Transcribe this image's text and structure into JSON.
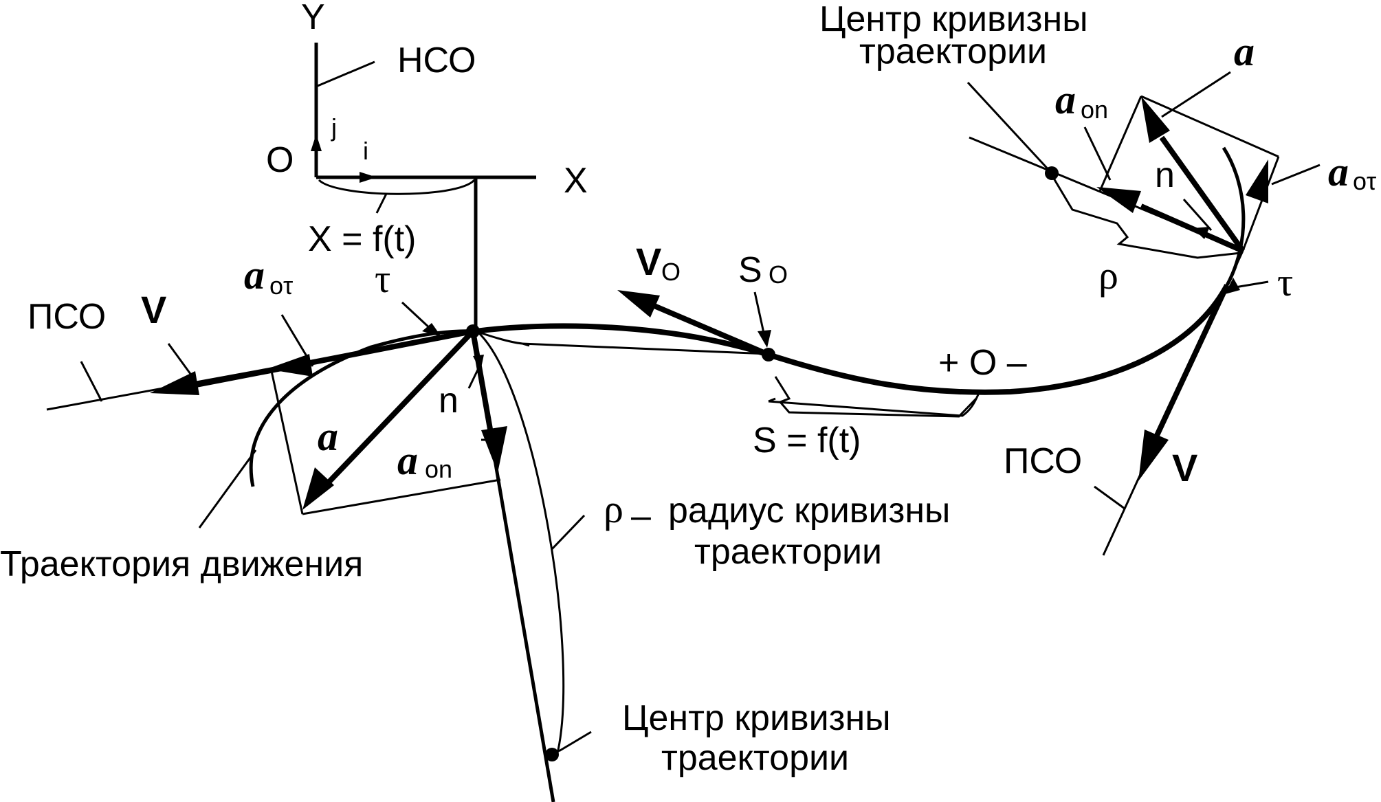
{
  "labels": {
    "axis_y": "Y",
    "axis_x": "X",
    "origin": "O",
    "unit_j": "j",
    "unit_i": "i",
    "fixed_frame": "НСО",
    "x_law": "X = f(t)",
    "moving_frame_left": "ПСО",
    "moving_frame_right": "ПСО",
    "velocity_left": "V",
    "velocity_right": "V",
    "velocity_o": "V",
    "velocity_o_sub": "O",
    "tangent_left": "τ",
    "tangent_right": "τ",
    "normal_left": "n",
    "normal_right": "n",
    "accel_left": "a",
    "accel_right": "a",
    "accel_tau_left": "a",
    "accel_tau_left_sub": "oτ",
    "accel_tau_right": "a",
    "accel_tau_right_sub": "oτ",
    "accel_n_left": "a",
    "accel_n_left_sub": "on",
    "accel_n_right": "a",
    "accel_n_right_sub": "on",
    "arc_origin": "S",
    "arc_origin_sub": "O",
    "arc_law": "S = f(t)",
    "sign_convention": "+ O –",
    "rho_right": "ρ",
    "rho_left": "ρ",
    "radius_label_dash": "–",
    "radius_label_line1": "радиус кривизны",
    "radius_label_line2": "траектории",
    "center_top_line1": "Центр кривизны",
    "center_top_line2": "траектории",
    "center_bottom_line1": "Центр кривизны",
    "center_bottom_line2": "траектории",
    "trajectory": "Траектория движения"
  }
}
